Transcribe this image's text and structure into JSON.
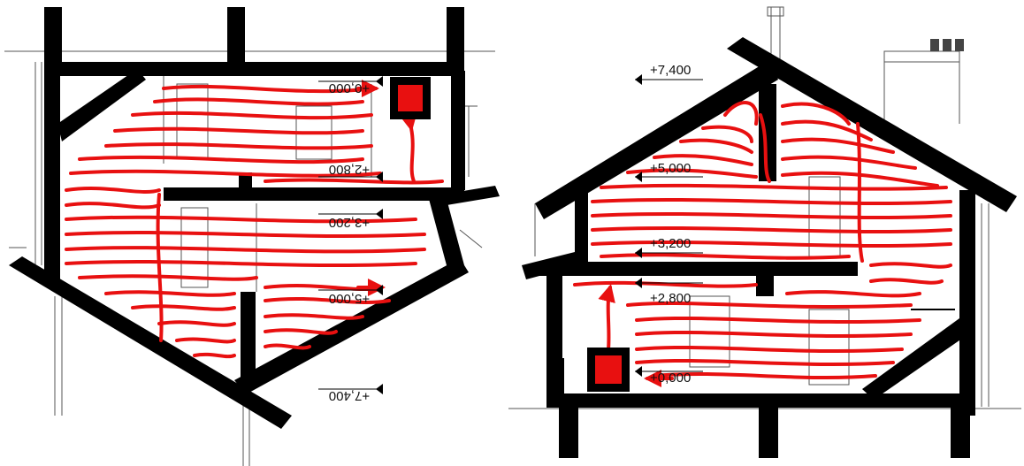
{
  "colors": {
    "wall": "#000000",
    "heat_path": "#e81010",
    "heater": "#e81010",
    "background": "#ffffff"
  },
  "left_section": {
    "orientation": "upside-down",
    "levels": [
      "+0,000",
      "+2,800",
      "+3,200",
      "+5,000",
      "+7,400"
    ]
  },
  "right_section": {
    "orientation": "upright",
    "levels": [
      "+7,400",
      "+5,000",
      "+3,200",
      "+2,800",
      "+0,000"
    ]
  }
}
